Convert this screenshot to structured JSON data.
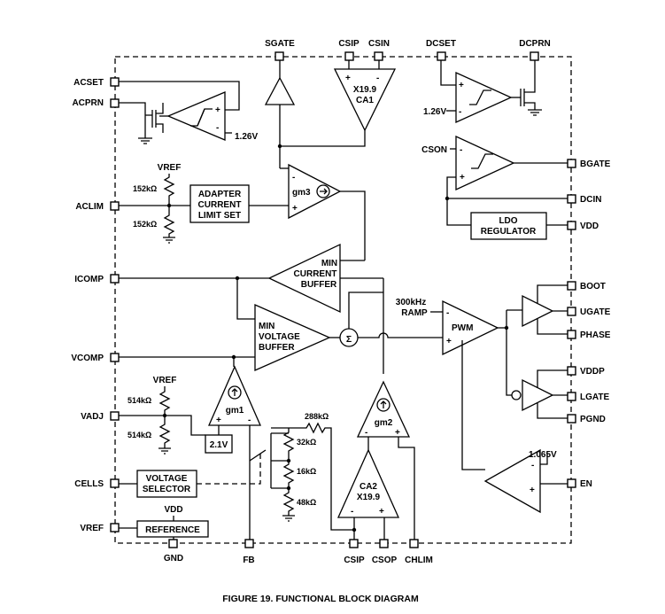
{
  "caption": "FIGURE 19. FUNCTIONAL BLOCK DIAGRAM",
  "pins": {
    "top": [
      "SGATE",
      "CSIP",
      "CSIN",
      "DCSET",
      "DCPRN"
    ],
    "left": [
      "ACSET",
      "ACPRN",
      "ACLIM",
      "ICOMP",
      "VCOMP",
      "VADJ",
      "CELLS",
      "VREF"
    ],
    "right": [
      "BGATE",
      "DCIN",
      "VDD",
      "BOOT",
      "UGATE",
      "PHASE",
      "VDDP",
      "LGATE",
      "PGND",
      "EN"
    ],
    "bottom": [
      "GND",
      "FB",
      "CSIP",
      "CSOP",
      "CHLIM"
    ]
  },
  "blocks": {
    "adapter_limit": [
      "ADAPTER",
      "CURRENT",
      "LIMIT SET"
    ],
    "ldo": [
      "LDO",
      "REGULATOR"
    ],
    "voltage_selector": [
      "VOLTAGE",
      "SELECTOR"
    ],
    "reference": "REFERENCE",
    "min_current_buffer": [
      "MIN",
      "CURRENT",
      "BUFFER"
    ],
    "min_voltage_buffer": [
      "MIN",
      "VOLTAGE",
      "BUFFER"
    ],
    "pwm": "PWM",
    "ca1": [
      "X19.9",
      "CA1"
    ],
    "ca2": [
      "CA2",
      "X19.9"
    ],
    "gm1": "gm1",
    "gm2": "gm2",
    "gm3": "gm3",
    "ref_2v1": "2.1V"
  },
  "labels": {
    "v126_a": "1.26V",
    "v126_b": "1.26V",
    "v1065": "1.065V",
    "ramp": [
      "300kHz",
      "RAMP"
    ],
    "cson": "CSON",
    "vref_a": "VREF",
    "vref_b": "VREF",
    "vdd_ref": "VDD",
    "r152_top": "152kΩ",
    "r152_bot": "152kΩ",
    "r514_top": "514kΩ",
    "r514_bot": "514kΩ",
    "r288": "288kΩ",
    "r32": "32kΩ",
    "r16": "16kΩ",
    "r48": "48kΩ",
    "sum": "Σ",
    "plus": "+",
    "minus": "-"
  }
}
